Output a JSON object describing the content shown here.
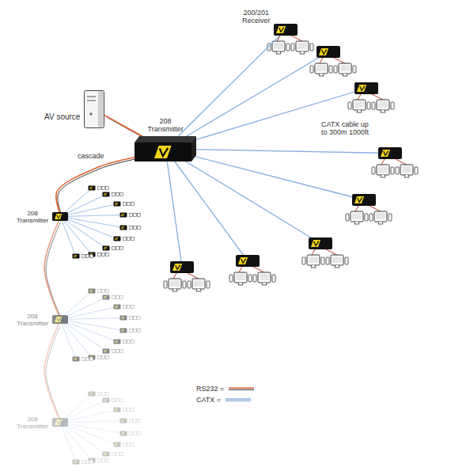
{
  "diagram": {
    "nodes": [
      {
        "text": [
          "AV source"
        ]
      },
      {
        "text": [
          "208 Transmitter"
        ]
      },
      {
        "text": [
          "200/201 Receiver"
        ]
      },
      {
        "text": [
          "208 Transmitter"
        ]
      },
      {
        "text": [
          "208 Transmitter"
        ]
      },
      {
        "text": [
          "208 Transmitter"
        ]
      }
    ],
    "edges": [
      {
        "from": 0,
        "to": 1,
        "arrow": "none"
      },
      {
        "from": 1,
        "to": 2,
        "arrow": "none"
      },
      {
        "from": 1,
        "to": 3,
        "label": "cascade",
        "arrow": "none"
      },
      {
        "from": 3,
        "to": 4,
        "arrow": "none"
      },
      {
        "from": 4,
        "to": 5,
        "arrow": "none"
      }
    ],
    "labels": [
      "CATX cable up to 300m 1000ft"
    ],
    "legend": [
      {
        "text": "RS232 ="
      },
      {
        "text": "CATX ="
      }
    ]
  }
}
